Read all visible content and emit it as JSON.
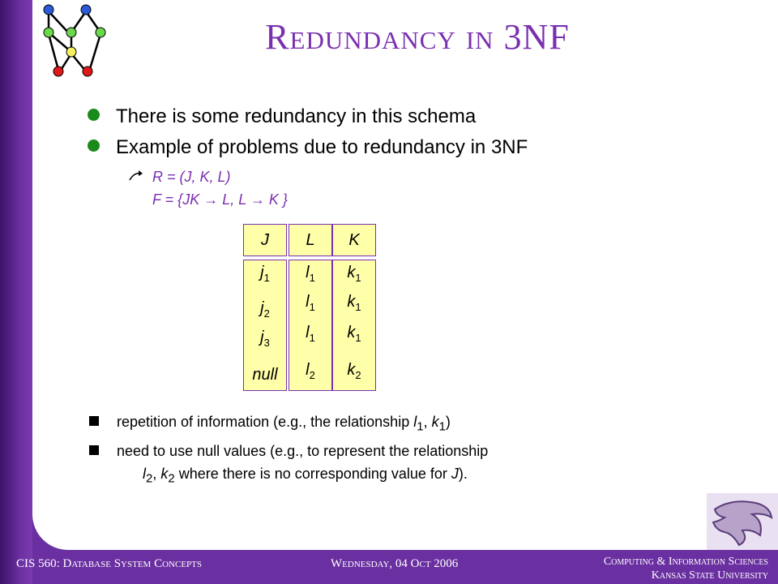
{
  "slide": {
    "title": "Redundancy in 3NF",
    "bullets": [
      "There is some redundancy in this schema",
      "Example of problems due to redundancy in 3NF"
    ],
    "schema_line": "R = (J, K, L)",
    "fd_line": "F = {JK → L, L → K }",
    "table": {
      "headers": [
        "J",
        "L",
        "K"
      ],
      "columns": {
        "J": [
          {
            "base": "j",
            "sub": "1"
          },
          {
            "base": "j",
            "sub": "2"
          },
          {
            "base": "j",
            "sub": "3"
          },
          {
            "base": "null",
            "sub": ""
          }
        ],
        "L": [
          {
            "base": "l",
            "sub": "1"
          },
          {
            "base": "l",
            "sub": "1"
          },
          {
            "base": "l",
            "sub": "1"
          },
          {
            "base": "l",
            "sub": "2"
          }
        ],
        "K": [
          {
            "base": "k",
            "sub": "1"
          },
          {
            "base": "k",
            "sub": "1"
          },
          {
            "base": "k",
            "sub": "1"
          },
          {
            "base": "k",
            "sub": "2"
          }
        ]
      }
    },
    "problems": {
      "p1_text": "repetition of information (e.g., the relationship ",
      "p1_l": "l",
      "p1_l_sub": "1",
      "p1_mid": ", ",
      "p1_k": "k",
      "p1_k_sub": "1",
      "p1_end": ")",
      "p2_line1": "need to use null values (e.g., to represent the relationship",
      "p2_l": "l",
      "p2_l_sub": "2",
      "p2_mid": ", ",
      "p2_k": "k",
      "p2_k_sub": "2",
      "p2_end_a": " where there is no corresponding value for ",
      "p2_j": "J",
      "p2_end_b": ")."
    }
  },
  "footer": {
    "course": "CIS 560: Database System Concepts",
    "date": "Wednesday, 04 Oct 2006",
    "dept_line1": "Computing & Information Sciences",
    "dept_line2": "Kansas State University"
  },
  "colors": {
    "accent": "#7a2fb0",
    "frame": "#6a2fa0",
    "bullet_green": "#1a8a1a",
    "table_fill": "#ffffaa"
  }
}
